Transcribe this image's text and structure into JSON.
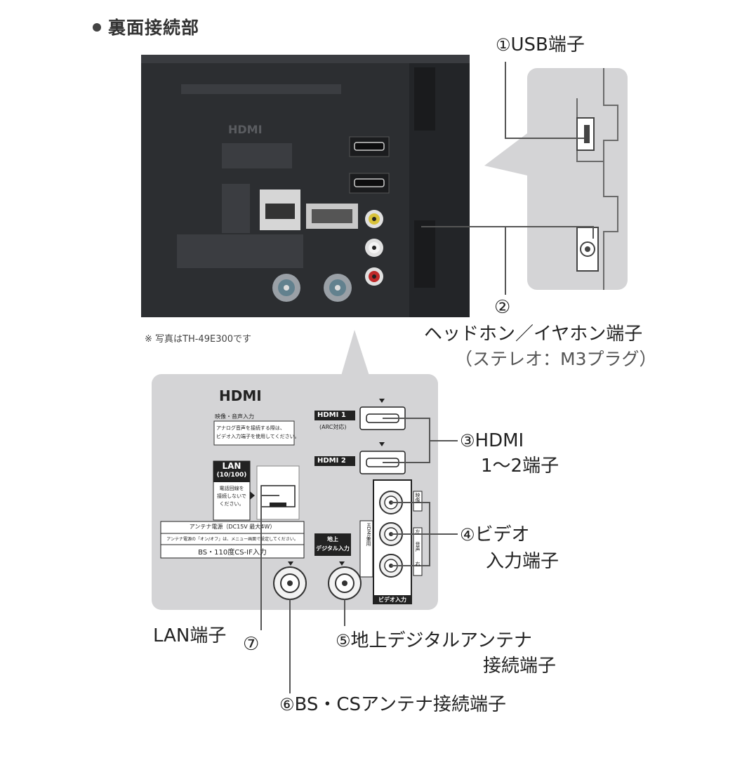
{
  "section_title": "裏面接続部",
  "photo_note": "※ 写真はTH-49E300です",
  "callouts": {
    "usb": {
      "num": "①",
      "label": "USB端子"
    },
    "headphone": {
      "num": "②",
      "label": "ヘッドホン／イヤホン端子",
      "sub": "（ステレオ：M3プラグ）"
    },
    "hdmi": {
      "num": "③",
      "label": "HDMI",
      "label2": "1〜2端子"
    },
    "video": {
      "num": "④",
      "label": "ビデオ",
      "label2": "入力端子"
    },
    "terrestrial": {
      "num": "⑤",
      "label": "地上デジタルアンテナ",
      "label2": "接続端子"
    },
    "bscs": {
      "num": "⑥",
      "label": "BS・CSアンテナ接続端子"
    },
    "lan": {
      "num": "⑦",
      "label": "LAN端子"
    }
  },
  "panel": {
    "hdmi_logo": "HDMI",
    "av_input_title": "映像・音声入力",
    "av_input_note_1": "アナログ音声を接続する際は、",
    "av_input_note_2": "ビデオ入力端子を使用してください。",
    "hdmi1_label": "HDMI 1",
    "hdmi1_sub": "(ARC対応)",
    "hdmi2_label": "HDMI 2",
    "lan_label_1": "LAN",
    "lan_label_2": "(10/100)",
    "lan_note_1": "電話回線を",
    "lan_note_2": "接続しないで",
    "lan_note_3": "ください。",
    "antenna_line_1": "アンテナ電源（DC15V 最大4W）",
    "antenna_line_2": "アンテナ電源の「オン/オフ」は、メニュー画面で設定してください。",
    "antenna_line_3": "BS・110度CS-IF入力",
    "terrestrial_label_1": "地上",
    "terrestrial_label_2": "デジタル入力",
    "video_input_label": "ビデオ入力",
    "video_side_label": "HDMI兼用",
    "video_jack_label_1": "映像",
    "video_jack_label_2": "左",
    "video_jack_label_3": "音声",
    "video_jack_label_4": "右"
  },
  "colors": {
    "photo_bg": "#2c2e31",
    "panel_bg": "#d4d4d6",
    "leader": "#555555",
    "yellow_jack": "#d8c23a",
    "red_jack": "#c02a2a"
  }
}
